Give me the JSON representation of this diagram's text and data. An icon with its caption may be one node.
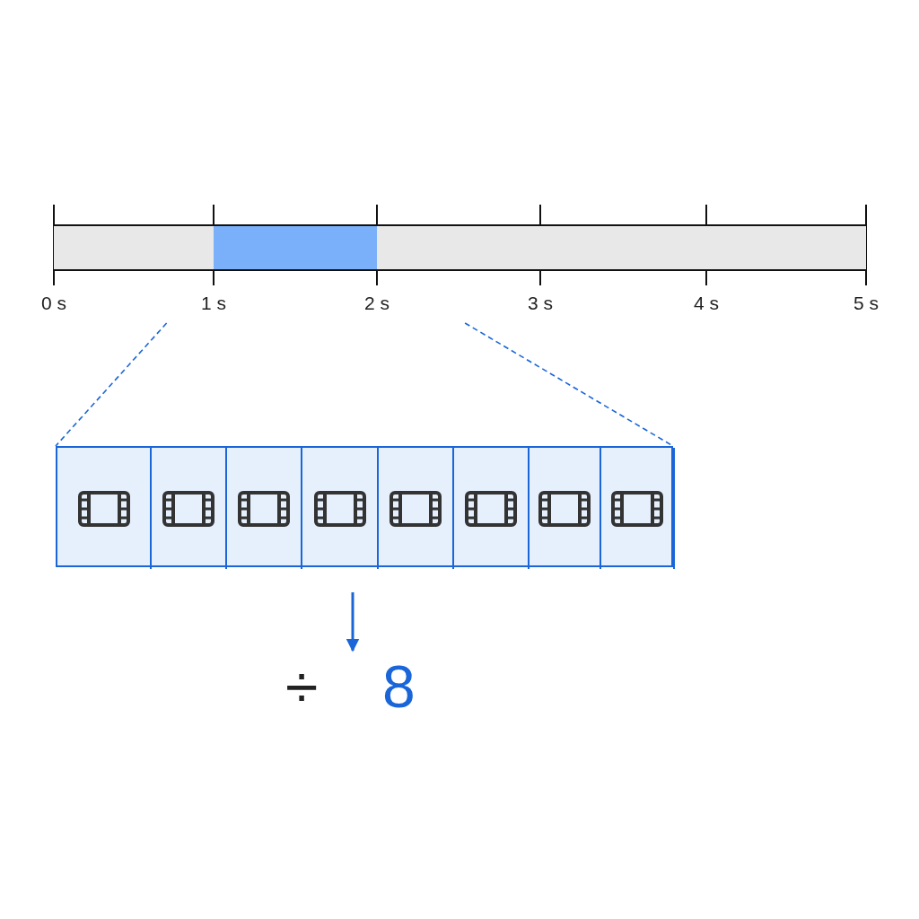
{
  "diagram": {
    "nodes": [
      {
        "text": [],
        "shape": "box"
      },
      {
        "text": [],
        "shape": "box"
      },
      {
        "text": [],
        "shape": "box"
      },
      {
        "text": [],
        "shape": "box"
      },
      {
        "text": [],
        "shape": "box"
      },
      {
        "text": [],
        "shape": "box"
      },
      {
        "text": [],
        "shape": "box",
        "in": 5
      },
      {
        "text": [],
        "shape": "box",
        "in": 5
      },
      {
        "text": [],
        "shape": "box",
        "in": 5
      },
      {
        "text": [],
        "shape": "box",
        "in": 5
      },
      {
        "text": [],
        "shape": "box",
        "in": 5
      },
      {
        "text": [],
        "shape": "box",
        "in": 5
      },
      {
        "text": [],
        "shape": "box",
        "in": 5
      },
      {
        "text": [],
        "shape": "box",
        "in": 5
      },
      {
        "text": [
          "÷",
          "8"
        ]
      }
    ],
    "edges": [
      {
        "from": 1,
        "to": 5,
        "arrow": "none",
        "style": "dashed"
      },
      {
        "from": 1,
        "to": 5,
        "arrow": "none",
        "style": "dashed"
      },
      {
        "from": 5,
        "to": 14,
        "arrow": "to"
      }
    ],
    "labels": [
      "0 s",
      "1 s",
      "2 s",
      "3 s",
      "4 s",
      "5 s"
    ]
  }
}
